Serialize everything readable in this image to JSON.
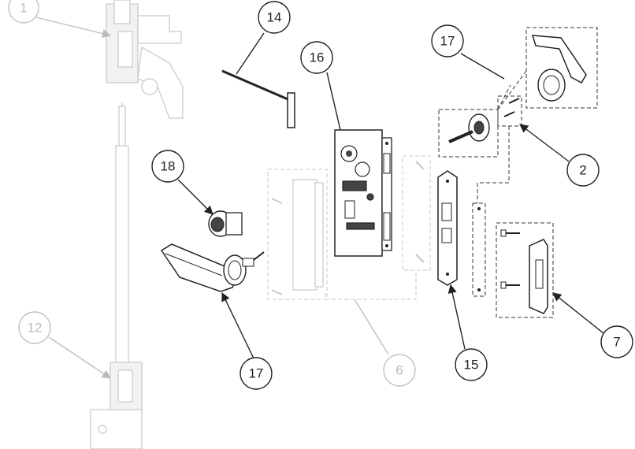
{
  "callouts": {
    "c1": "1",
    "c2": "2",
    "c6": "6",
    "c7": "7",
    "c12": "12",
    "c14": "14",
    "c15": "15",
    "c16": "16",
    "c17_top": "17",
    "c17_bottom": "17",
    "c18": "18"
  },
  "colors": {
    "line": "#222222",
    "faded": "#c8c8c8",
    "background": "#ffffff"
  }
}
